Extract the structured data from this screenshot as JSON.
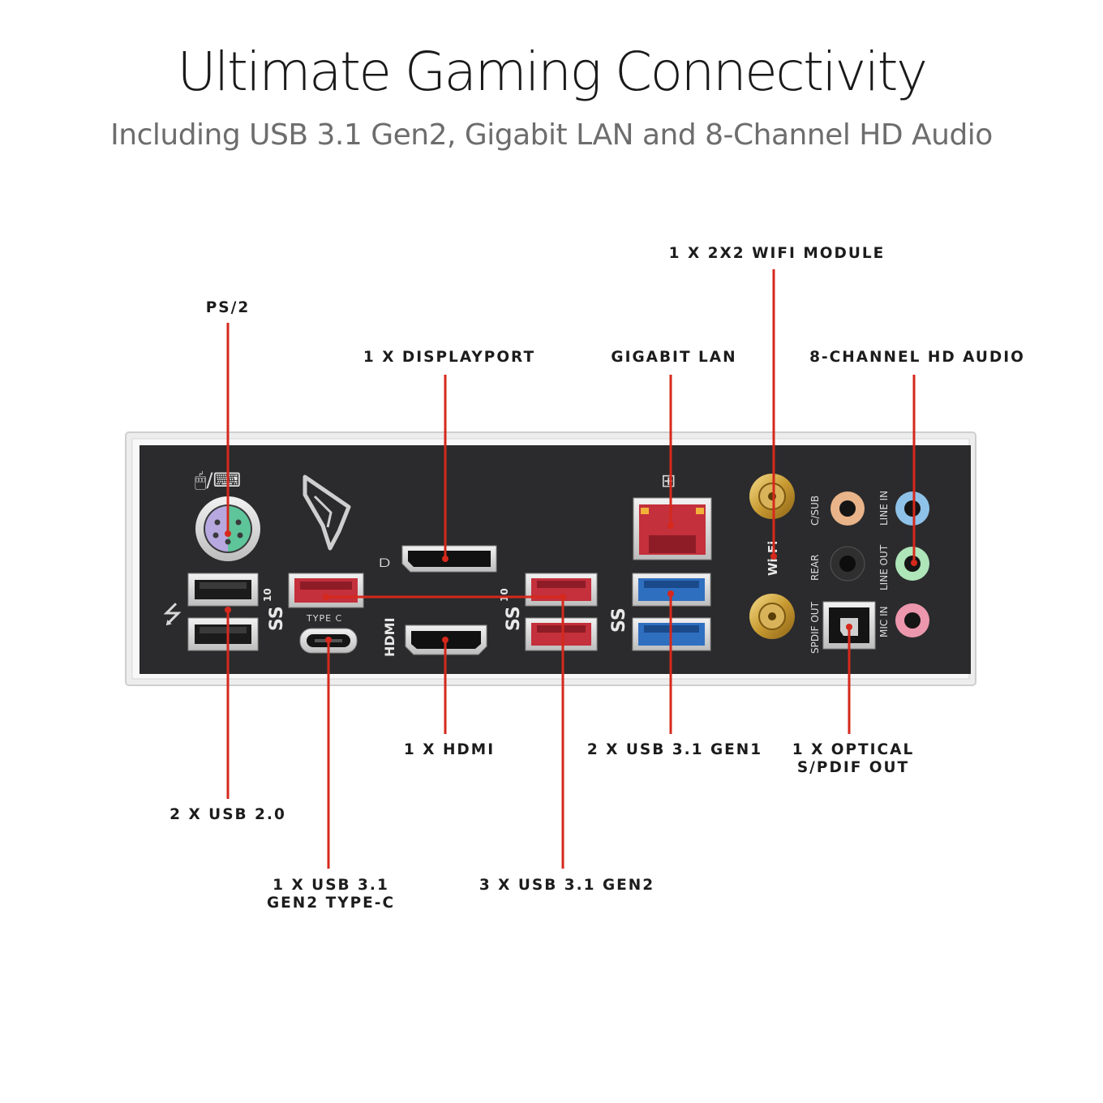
{
  "header": {
    "title": "Ultimate Gaming Connectivity",
    "subtitle": "Including USB 3.1 Gen2, Gigabit LAN and 8-Channel HD Audio"
  },
  "callouts": {
    "ps2": "PS/2",
    "displayport": "1 X DISPLAYPORT",
    "lan": "GIGABIT LAN",
    "wifi": "1 X 2X2 WIFI MODULE",
    "audio": "8-CHANNEL HD AUDIO",
    "usb20": "2 X USB 2.0",
    "typec_line1": "1 X USB 3.1",
    "typec_line2": "GEN2 TYPE-C",
    "hdmi": "1 X HDMI",
    "usb_gen2": "3 X USB 3.1 GEN2",
    "usb_gen1": "2 X USB 3.1 GEN1",
    "optical_line1": "1 X OPTICAL",
    "optical_line2": "S/PDIF OUT"
  },
  "panel_markings": {
    "type_c": "TYPE C",
    "hdmi": "HDMI",
    "wifi": "Wi-Fi",
    "csub": "C/SUB",
    "rear": "REAR",
    "spdif": "SPDIF OUT",
    "line_in": "LINE IN",
    "line_out": "LINE OUT",
    "mic_in": "MIC IN",
    "ss_gen2": "SS",
    "ss_gen2_badge": "10",
    "ss_gen1": "SS"
  },
  "colors": {
    "leader_line": "#d6281c",
    "panel": "#2b2b2d",
    "usb_gen2_red": "#c4303b",
    "usb_gen1_blue": "#2f6fc0",
    "line_in": "#8fc2e8",
    "line_out": "#aee5b9",
    "mic_in": "#ec97ad",
    "csub": "#e9b489"
  }
}
